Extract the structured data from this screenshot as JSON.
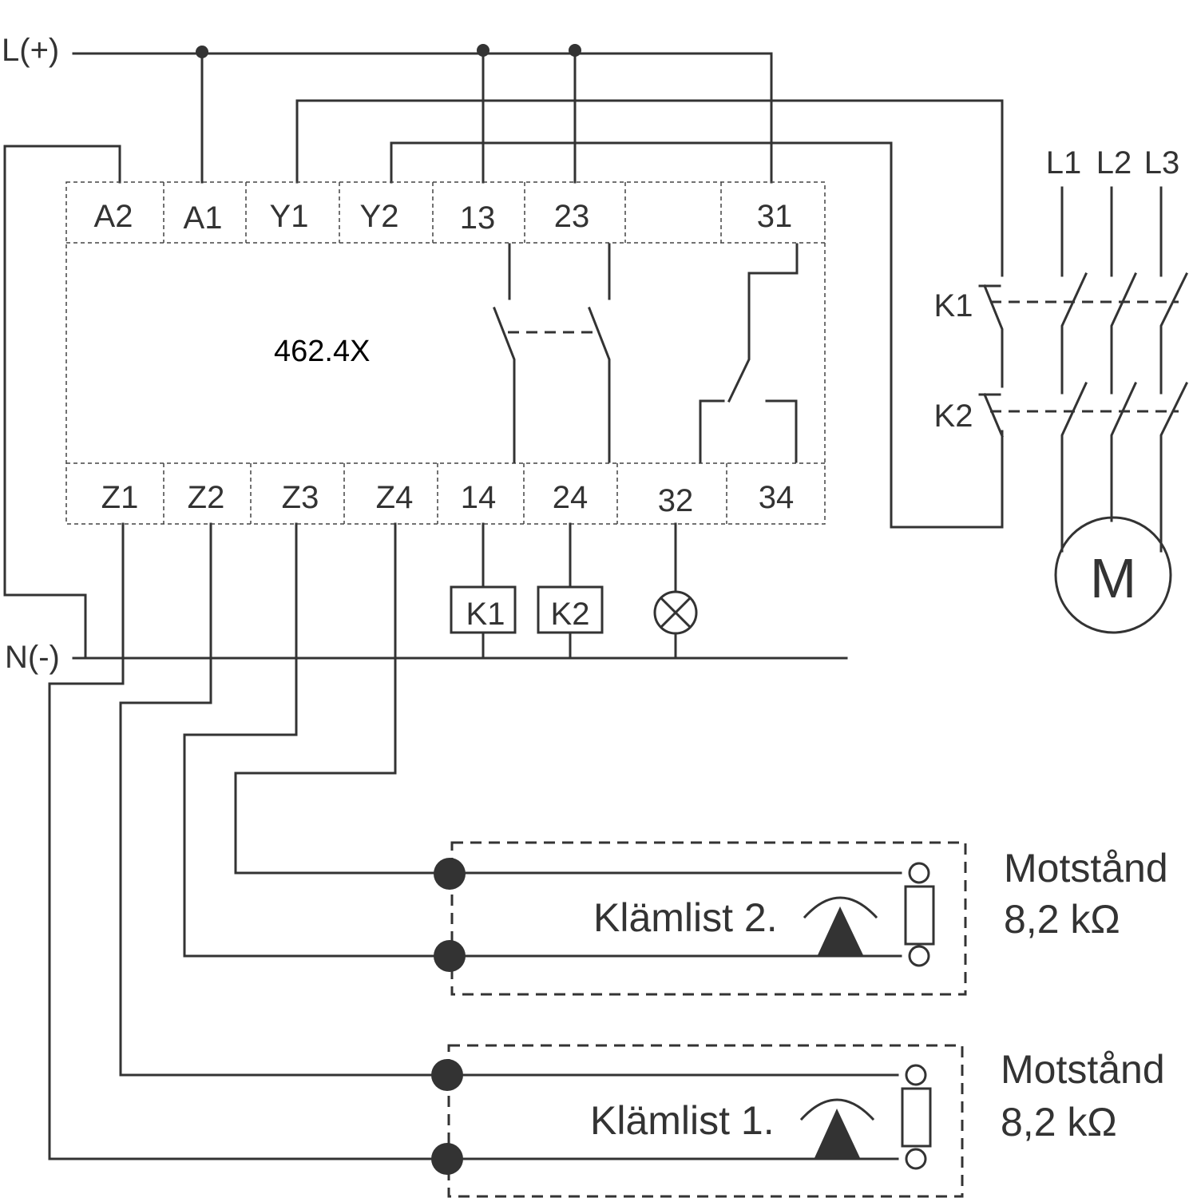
{
  "rails": {
    "supply_positive": "L(+)",
    "supply_negative": "N(-)"
  },
  "device": {
    "model": "462.4X",
    "top_terminals": [
      "A2",
      "A1",
      "Y1",
      "Y2",
      "13",
      "23",
      "31"
    ],
    "bottom_terminals": [
      "Z1",
      "Z2",
      "Z3",
      "Z4",
      "14",
      "24",
      "32",
      "34"
    ]
  },
  "loads": {
    "contactor_1": "K1",
    "contactor_2": "K2"
  },
  "motor": {
    "phases": [
      "L1",
      "L2",
      "L3"
    ],
    "label": "M",
    "contactors": [
      "K1",
      "K2"
    ]
  },
  "edges": [
    {
      "label": "Klämlist 2.",
      "resistor_title": "Motstånd",
      "resistor_value": "8,2 kΩ"
    },
    {
      "label": "Klämlist 1.",
      "resistor_title": "Motstånd",
      "resistor_value": "8,2 kΩ"
    }
  ]
}
